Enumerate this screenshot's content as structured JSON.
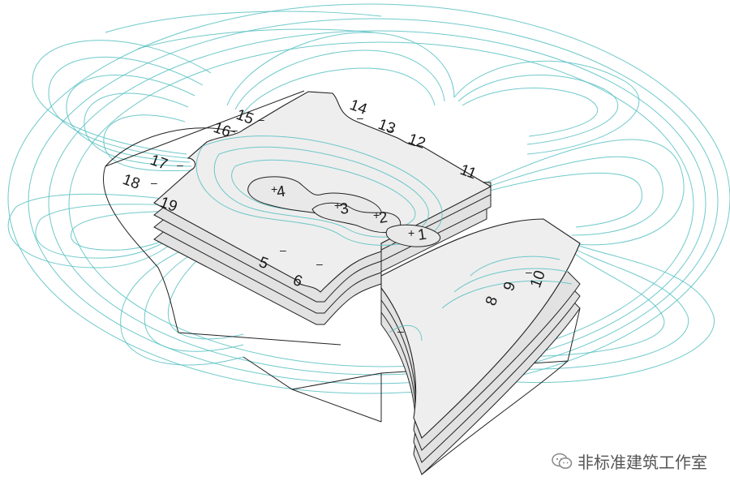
{
  "watermark": {
    "text": "非标准建筑工作室",
    "icon": "wechat-icon"
  },
  "labels": [
    "1",
    "2",
    "3",
    "4",
    "5",
    "6",
    "8",
    "9",
    "10",
    "11",
    "12",
    "13",
    "14",
    "15",
    "16",
    "17",
    "18",
    "19"
  ],
  "signs": {
    "plus": "+",
    "minus": "–"
  },
  "colors": {
    "contour": "#57bfc2",
    "slab": "#eeeeee",
    "outline": "#222222"
  }
}
